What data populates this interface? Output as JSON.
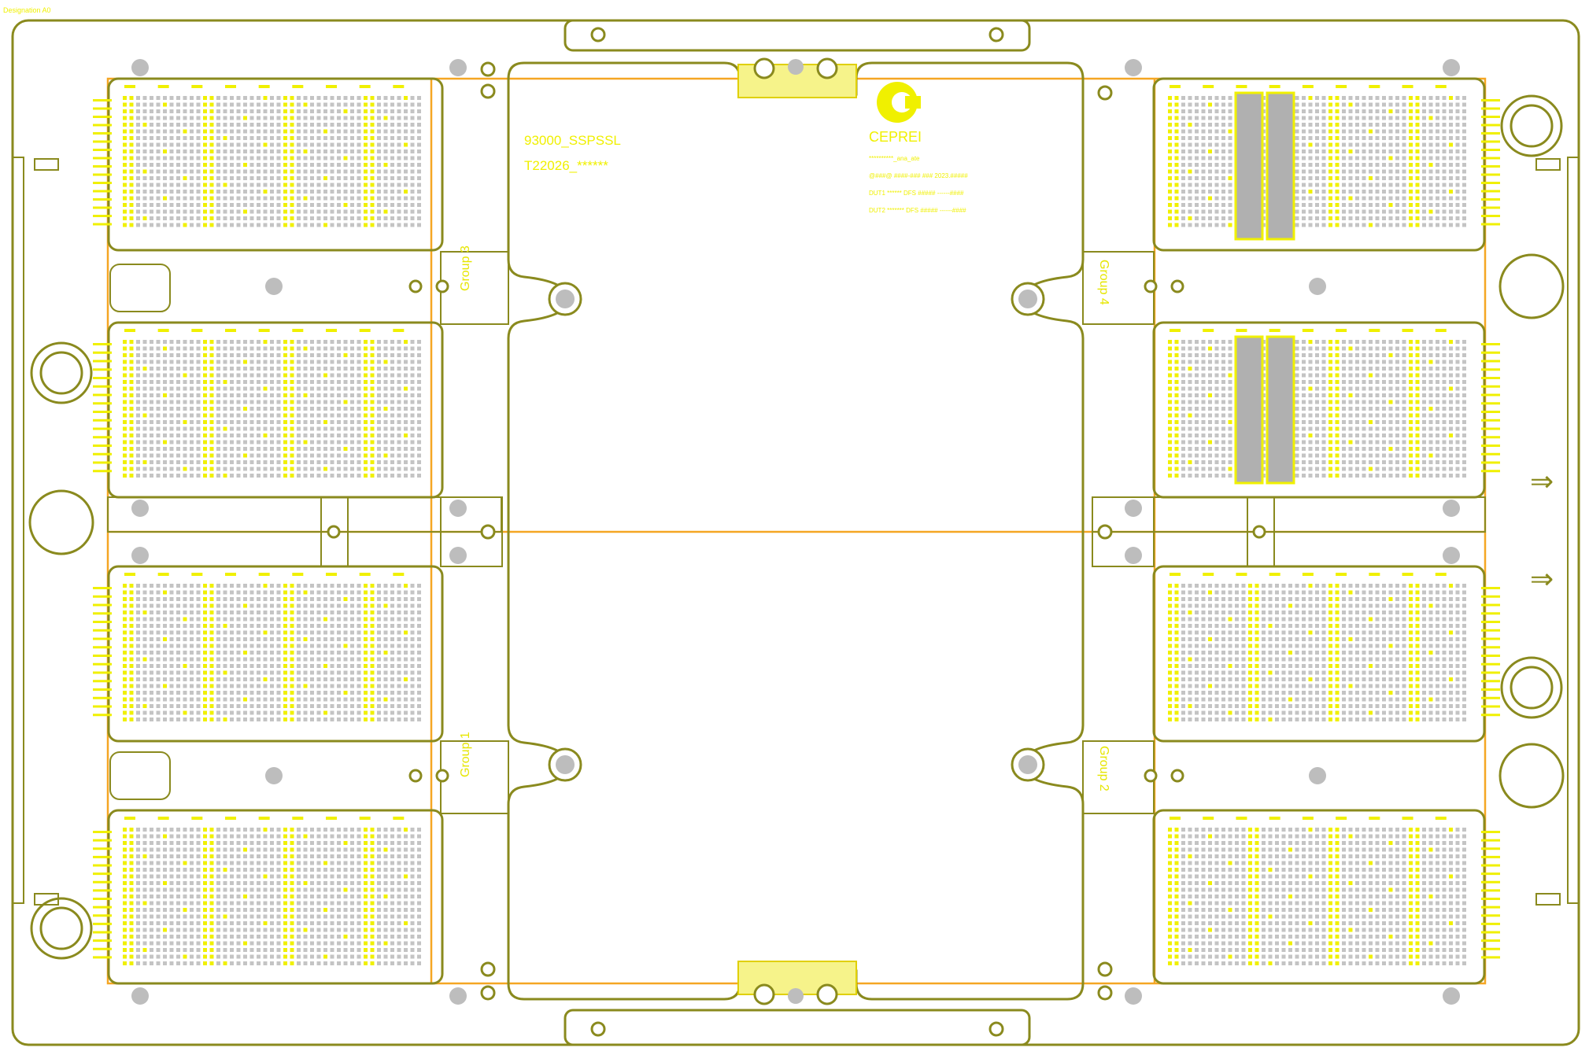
{
  "corner_label": "Designation A0",
  "center_text": {
    "line1": "93000_SSPSSL",
    "line2": "T22026_******"
  },
  "logo": {
    "name": "ceprei-logo-icon",
    "text": "CEPREI"
  },
  "info_lines": [
    "**********_ana_ate",
    "@###@ ####-### ### 2023.#####",
    "DUT1 ****** DFS ##### ------####",
    "DUT2 ******* DFS ##### ------####"
  ],
  "group_labels": {
    "left_upper": "Group 3",
    "left_lower": "Group 1",
    "right_upper": "Group 4",
    "right_lower": "Group 2"
  },
  "colors": {
    "outline": "#8a8a1e",
    "orange": "#f5a623",
    "silk": "#f0f000",
    "pad": "#bdbdbd"
  }
}
